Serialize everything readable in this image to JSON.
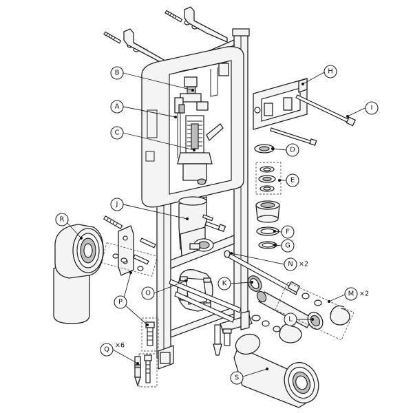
{
  "callouts": [
    {
      "id": "B",
      "label": "B"
    },
    {
      "id": "A",
      "label": "A"
    },
    {
      "id": "C",
      "label": "C"
    },
    {
      "id": "H",
      "label": "H"
    },
    {
      "id": "I",
      "label": "I"
    },
    {
      "id": "D",
      "label": "D"
    },
    {
      "id": "E",
      "label": "E"
    },
    {
      "id": "J",
      "label": "J"
    },
    {
      "id": "F",
      "label": "F"
    },
    {
      "id": "G",
      "label": "G"
    },
    {
      "id": "R",
      "label": "R"
    },
    {
      "id": "N",
      "label": "N",
      "multiplier": "×2"
    },
    {
      "id": "K",
      "label": "K"
    },
    {
      "id": "O",
      "label": "O"
    },
    {
      "id": "M",
      "label": "M",
      "multiplier": "×2"
    },
    {
      "id": "P",
      "label": "P"
    },
    {
      "id": "L",
      "label": "L"
    },
    {
      "id": "Q",
      "label": "Q",
      "multiplier": "×6"
    },
    {
      "id": "S",
      "label": "S"
    }
  ]
}
